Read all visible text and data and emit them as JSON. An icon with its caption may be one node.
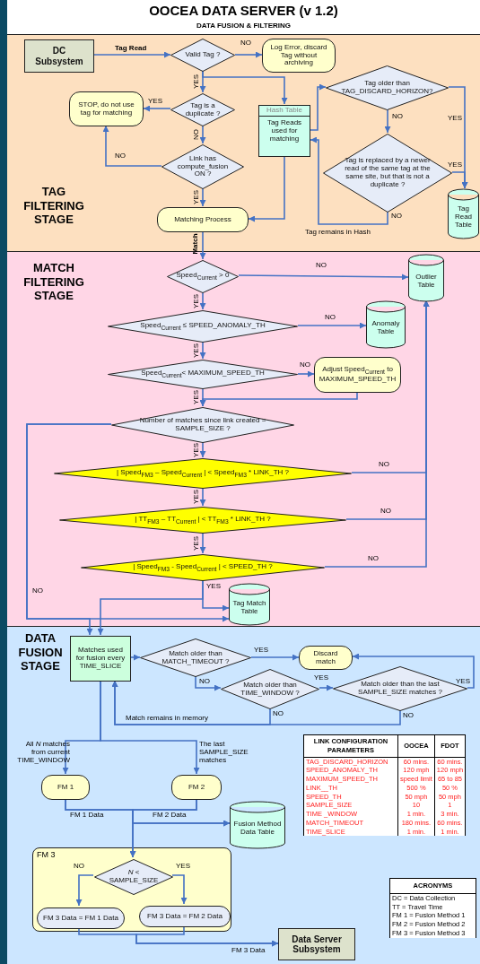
{
  "diagram": {
    "title": "OOCEA DATA SERVER (v 1.2)",
    "nodes": [
      {
        "text": [
          "TAG FILTERING STAGE"
        ]
      },
      {
        "text": [
          "DC Subsystem"
        ],
        "in": 0
      },
      {
        "text": [
          "Valid Tag ?"
        ],
        "in": 0
      },
      {
        "text": [
          "Log Error, discard Tag without archiving"
        ],
        "in": 0
      },
      {
        "text": [
          "Tag is a duplicate ?"
        ],
        "in": 0
      },
      {
        "text": [
          "STOP, do not use tag for matching"
        ],
        "in": 0
      },
      {
        "text": [
          "Hash Table",
          "Tag Reads used for matching"
        ],
        "in": 0
      },
      {
        "text": [
          "Tag older than TAG_DISCARD_HORIZON?"
        ],
        "in": 0
      },
      {
        "text": [
          "Link has compute_fusion ON ?"
        ],
        "in": 0
      },
      {
        "text": [
          "Tag is replaced by a newer read of the same tag at the same site, but that is not a duplicate ?"
        ],
        "in": 0
      },
      {
        "text": [
          "Tag Read Table"
        ],
        "in": 0
      },
      {
        "text": [
          "Matching Process"
        ],
        "in": 0
      },
      {
        "text": [
          "MATCH FILTERING STAGE"
        ]
      },
      {
        "text": [
          "Speed$_{Current}$ > 0"
        ],
        "in": 12
      },
      {
        "text": [
          "Outlier Table"
        ],
        "in": 12
      },
      {
        "text": [
          "Speed$_{Current}$ ≤ SPEED_ANOMALY_TH"
        ],
        "in": 12
      },
      {
        "text": [
          "Anomaly Table"
        ],
        "in": 12
      },
      {
        "text": [
          "Speed$_{Current}$< MAXIMUM_SPEED_TH"
        ],
        "in": 12
      },
      {
        "text": [
          "Adjust Speed$_{Current}$ to MAXIMUM_SPEED_TH"
        ],
        "in": 12
      },
      {
        "text": [
          "Number of matches since link created = SAMPLE_SIZE ?"
        ],
        "in": 12
      },
      {
        "text": [
          "| Speed$_{FM3}$ – Speed$_{Current}$ | <  Speed$_{FM3}$ * LINK_TH ?"
        ],
        "in": 12
      },
      {
        "text": [
          "| TT$_{FM3}$ – TT$_{Current}$ | < TT$_{FM3}$ * LINK_TH ?"
        ],
        "in": 12
      },
      {
        "text": [
          "| Speed$_{FM3}$ - Speed$_{Current}$ | < SPEED_TH ?"
        ],
        "in": 12
      },
      {
        "text": [
          "Tag Match Table"
        ],
        "in": 12
      },
      {
        "text": [
          "DATA FUSION STAGE"
        ]
      },
      {
        "text": [
          "Matches used for fusion every TIME_SLICE"
        ],
        "in": 24
      },
      {
        "text": [
          "Match older than MATCH_TIMEOUT ?"
        ],
        "in": 24
      },
      {
        "text": [
          "Discard match"
        ],
        "in": 24
      },
      {
        "text": [
          "Match older than TIME_WINDOW ?"
        ],
        "in": 24
      },
      {
        "text": [
          "Match older than the last SAMPLE_SIZE matches ?"
        ],
        "in": 24
      },
      {
        "text": [
          "FM 1"
        ],
        "in": 24
      },
      {
        "text": [
          "FM 2"
        ],
        "in": 24
      },
      {
        "text": [
          "Fusion Method Data Table"
        ],
        "in": 24
      },
      {
        "text": [
          "FM 3"
        ],
        "in": 24
      },
      {
        "text": [
          "*N* < SAMPLE_SIZE"
        ],
        "in": 33
      },
      {
        "text": [
          "FM 3 Data = FM 1 Data"
        ],
        "in": 33
      },
      {
        "text": [
          "FM 3 Data = FM 2 Data"
        ],
        "in": 33
      },
      {
        "text": [
          "Data Server Subsystem"
        ],
        "in": 24
      }
    ],
    "edges": [
      {
        "from": 1,
        "to": 2,
        "arrow": "to",
        "label": "Tag Read"
      },
      {
        "from": 2,
        "to": 3,
        "arrow": "to",
        "label": "NO"
      },
      {
        "from": 2,
        "to": 4,
        "arrow": "to",
        "label": "YES"
      },
      {
        "from": 2,
        "to": 6,
        "arrow": "to"
      },
      {
        "from": 4,
        "to": 5,
        "arrow": "to",
        "label": "YES"
      },
      {
        "from": 4,
        "to": 8,
        "arrow": "to",
        "label": "NO"
      },
      {
        "from": 8,
        "to": 5,
        "arrow": "to",
        "label": "NO"
      },
      {
        "from": 8,
        "to": 11,
        "arrow": "to",
        "label": "YES"
      },
      {
        "from": 6,
        "to": 11,
        "arrow": "to"
      },
      {
        "from": 6,
        "to": 7,
        "arrow": "to"
      },
      {
        "from": 7,
        "to": 9,
        "arrow": "to",
        "label": "NO"
      },
      {
        "from": 7,
        "to": 10,
        "arrow": "to",
        "label": "YES"
      },
      {
        "from": 9,
        "to": 10,
        "arrow": "to",
        "label": "YES"
      },
      {
        "from": 9,
        "to": 6,
        "arrow": "to",
        "label": "NO"
      },
      {
        "from": 11,
        "to": 13,
        "arrow": "to",
        "label": "Match"
      },
      {
        "from": 13,
        "to": 14,
        "arrow": "to",
        "label": "NO"
      },
      {
        "from": 13,
        "to": 15,
        "arrow": "to",
        "label": "YES"
      },
      {
        "from": 15,
        "to": 16,
        "arrow": "to",
        "label": "NO"
      },
      {
        "from": 15,
        "to": 17,
        "arrow": "to",
        "label": "YES"
      },
      {
        "from": 17,
        "to": 18,
        "arrow": "to",
        "label": "NO"
      },
      {
        "from": 17,
        "to": 19,
        "arrow": "to",
        "label": "YES"
      },
      {
        "from": 18,
        "to": 19,
        "arrow": "to"
      },
      {
        "from": 19,
        "to": 20,
        "arrow": "to",
        "label": "YES"
      },
      {
        "from": 19,
        "to": 23,
        "arrow": "to",
        "label": "NO"
      },
      {
        "from": 19,
        "to": 25,
        "arrow": "to"
      },
      {
        "from": 20,
        "to": 14,
        "arrow": "to",
        "label": "NO"
      },
      {
        "from": 20,
        "to": 21,
        "arrow": "to",
        "label": "YES"
      },
      {
        "from": 21,
        "to": 14,
        "arrow": "to",
        "label": "NO"
      },
      {
        "from": 21,
        "to": 22,
        "arrow": "to",
        "label": "YES"
      },
      {
        "from": 22,
        "to": 14,
        "arrow": "to",
        "label": "NO"
      },
      {
        "from": 22,
        "to": 23,
        "arrow": "to",
        "label": "YES"
      },
      {
        "from": 22,
        "to": 25,
        "arrow": "to"
      },
      {
        "from": 25,
        "to": 26,
        "arrow": "to"
      },
      {
        "from": 26,
        "to": 27,
        "arrow": "to",
        "label": "YES"
      },
      {
        "from": 26,
        "to": 28,
        "arrow": "to",
        "label": "NO"
      },
      {
        "from": 28,
        "to": 29,
        "arrow": "to",
        "label": "YES"
      },
      {
        "from": 29,
        "to": 27,
        "arrow": "to",
        "label": "YES"
      },
      {
        "from": 28,
        "to": 25,
        "arrow": "to",
        "label": "NO"
      },
      {
        "from": 29,
        "to": 25,
        "arrow": "to",
        "label": "NO"
      },
      {
        "from": 25,
        "to": 30,
        "arrow": "to",
        "label": "All *N* matches from current TIME_WINDOW"
      },
      {
        "from": 25,
        "to": 31,
        "arrow": "to",
        "label": "The last SAMPLE_SIZE matches"
      },
      {
        "from": 30,
        "to": 34,
        "arrow": "to",
        "label": "FM 1 Data"
      },
      {
        "from": 31,
        "to": 34,
        "arrow": "to",
        "label": "FM 2 Data"
      },
      {
        "from": 30,
        "to": 32,
        "arrow": "to"
      },
      {
        "from": 31,
        "to": 32,
        "arrow": "to"
      },
      {
        "from": 34,
        "to": 35,
        "arrow": "to",
        "label": "NO"
      },
      {
        "from": 34,
        "to": 36,
        "arrow": "to",
        "label": "YES"
      },
      {
        "from": 35,
        "to": 37,
        "arrow": "to",
        "label": "FM 3 Data"
      },
      {
        "from": 36,
        "to": 37,
        "arrow": "to"
      }
    ],
    "labels": [
      "DATA FUSION & FILTERING",
      "Tag remains in Hash",
      "Match remains in memory",
      "LINK CONFIGURATION PARAMETERS",
      "OOCEA",
      "FDOT",
      "TAG_DISCARD_HORIZON",
      "60 mins.",
      "60 mins.",
      "SPEED_ANOMALY_TH",
      "120 mph",
      "120 mph",
      "MAXIMUM_SPEED_TH",
      "speed limit",
      "65 to 85",
      "LINK__TH",
      "500 %",
      "50 %",
      "SPEED_TH",
      "50 mph",
      "50 mph",
      "SAMPLE_SIZE",
      "10",
      "1",
      "TIME _WINDOW",
      "1 min.",
      "3 min.",
      "MATCH_TIMEOUT",
      "180 mins.",
      "60 mins.",
      "TIME_SLICE",
      "1 min.",
      "1 min.",
      "ACRONYMS",
      "DC = Data Collection",
      "TT = Travel Time",
      "FM 1 = Fusion Method 1",
      "FM 2 = Fusion Method 2",
      "FM 3 = Fusion Method 3"
    ]
  }
}
